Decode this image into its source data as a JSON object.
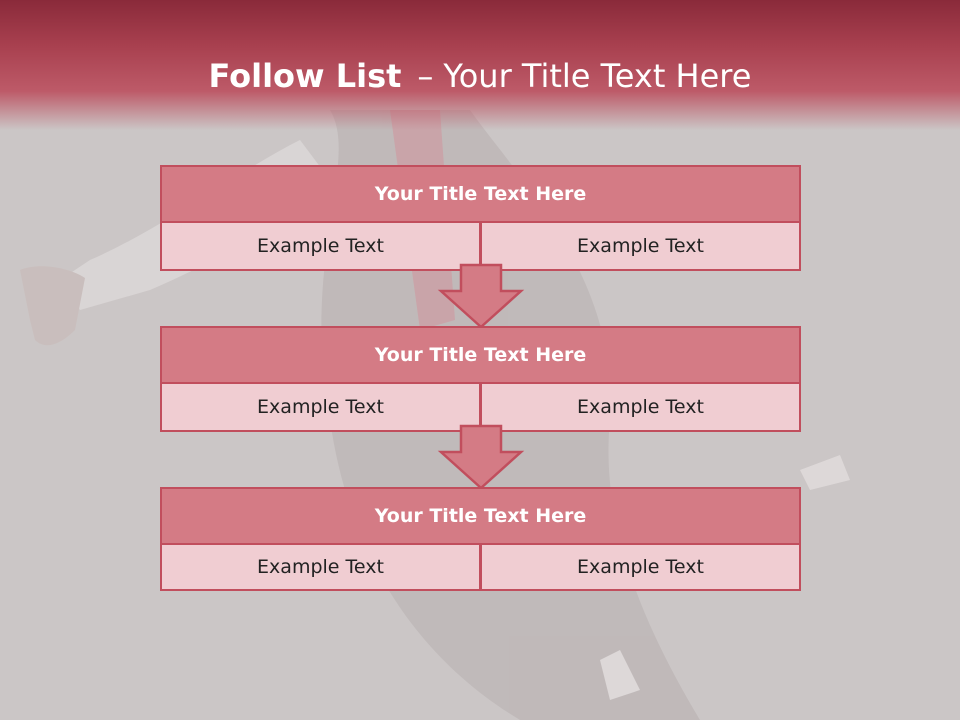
{
  "slide": {
    "title_bold": "Follow List",
    "title_sep": "–",
    "title_rest": "Your Title Text Here"
  },
  "blocks": [
    {
      "title": "Your Title Text Here",
      "left": "Example Text",
      "right": "Example Text"
    },
    {
      "title": "Your Title Text Here",
      "left": "Example Text",
      "right": "Example Text"
    },
    {
      "title": "Your Title Text Here",
      "left": "Example Text",
      "right": "Example Text"
    }
  ],
  "colors": {
    "header": "#a8404f",
    "block_head_fill": "#d47b85",
    "block_cell_fill": "#f0cdd2",
    "block_border": "#c14e5d",
    "background": "#cbc6c6"
  },
  "icons": [
    "down-arrow-icon",
    "down-arrow-icon"
  ]
}
